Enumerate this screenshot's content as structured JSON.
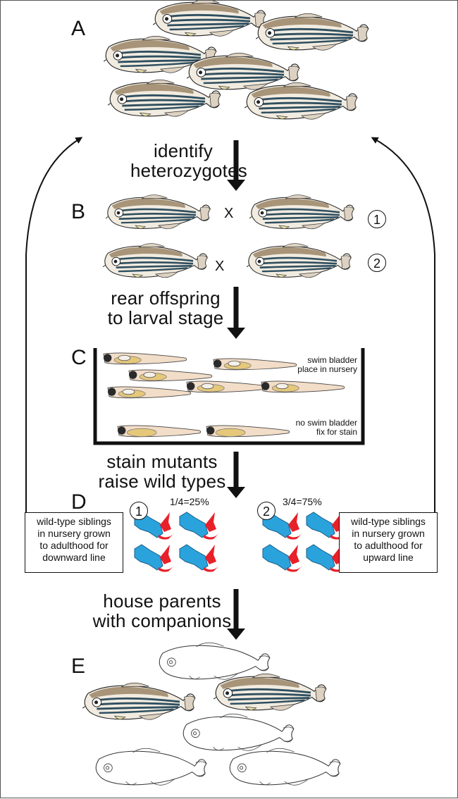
{
  "panels": {
    "a": "A",
    "b": "B",
    "c": "C",
    "d": "D",
    "e": "E"
  },
  "steps": {
    "identify_line1": "identify",
    "identify_line2": "heterozygotes",
    "rear_line1": "rear offspring",
    "rear_line2": "to larval stage",
    "stain_line1": "stain mutants",
    "stain_line2": "raise wild types",
    "house_line1": "house parents",
    "house_line2": "with companions"
  },
  "crosses": {
    "mark": "X",
    "one": "1",
    "two": "2"
  },
  "tank": {
    "top_line1": "swim bladder",
    "top_line2": "place in nursery",
    "bottom_line1": "no swim bladder",
    "bottom_line2": "fix for stain"
  },
  "ratios": {
    "one": "1/4=25%",
    "two": "3/4=75%"
  },
  "notes": {
    "left_line1": "wild-type siblings",
    "left_line2": "in nursery grown",
    "left_line3": "to adulthood for",
    "left_line4": "downward line",
    "right_line1": "wild-type siblings",
    "right_line2": "in nursery grown",
    "right_line3": "to adulthood for",
    "right_line4": "upward line"
  },
  "colors": {
    "stripe": "#2f4f60",
    "back": "#a89478",
    "belly": "#efe8dc",
    "larva_body": "#f2ddc8",
    "larva_yolk": "#e6c87a",
    "cartilage_blue": "#2aa3dd",
    "cartilage_red": "#e8202a",
    "ink": "#111111"
  }
}
